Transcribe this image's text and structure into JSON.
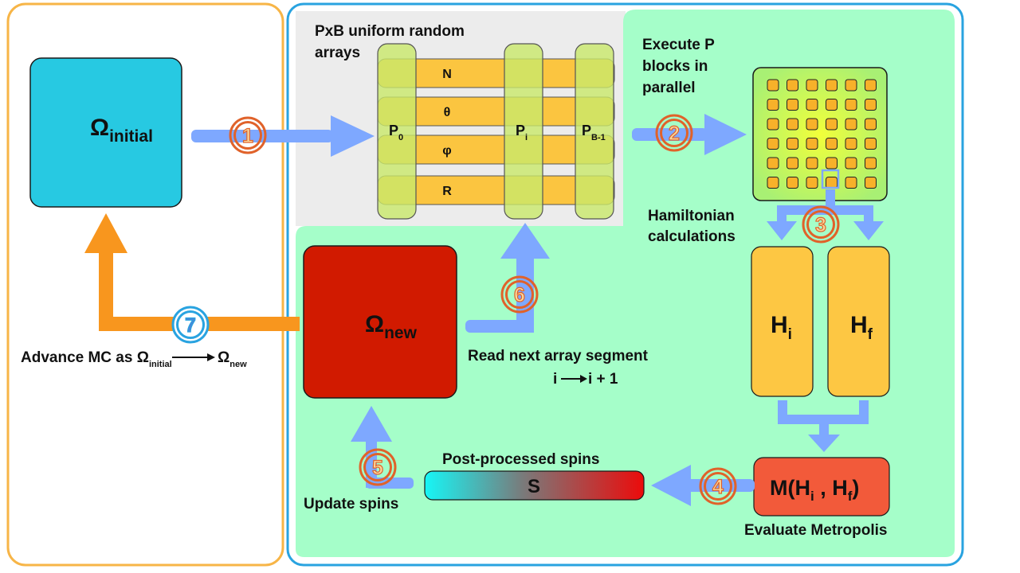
{
  "labels": {
    "random_arrays_line1": "PxB uniform random",
    "random_arrays_line2": "arrays",
    "execute_line1": "Execute P",
    "execute_line2": "blocks in",
    "execute_line3": "parallel",
    "hamiltonian_line1": "Hamiltonian",
    "hamiltonian_line2": "calculations",
    "read_next": "Read next array segment",
    "read_index_from": "i",
    "read_index_to": "i + 1",
    "post_processed": "Post-processed spins",
    "update_spins": "Update spins",
    "evaluate_metropolis": "Evaluate Metropolis",
    "advance_prefix": "Advance MC as ",
    "omega": "Ω",
    "sub_initial": "initial",
    "sub_new": "new"
  },
  "arrays": {
    "rows": [
      "N",
      "θ",
      "φ",
      "R"
    ],
    "col_p0_main": "P",
    "col_p0_sub": "0",
    "col_pi_main": "P",
    "col_pi_sub": "i",
    "col_pb_main": "P",
    "col_pb_sub": "B-1"
  },
  "hamiltonian": {
    "hi_main": "H",
    "hi_sub": "i",
    "hf_main": "H",
    "hf_sub": "f"
  },
  "metropolis": {
    "prefix": "M(H",
    "sub_i": "i",
    "middle": " , H",
    "sub_f": "f",
    "suffix": ")"
  },
  "spins_bar": {
    "label": "S"
  },
  "steps": [
    "1",
    "2",
    "3",
    "4",
    "5",
    "6",
    "7"
  ],
  "colors": {
    "outer_orange": "#f7b547",
    "outer_blue": "#29a3e0",
    "green_bg": "#a5fec9",
    "gray_bg": "#ececec",
    "omega_initial": "#27c9e2",
    "omega_new": "#d11a00",
    "array_row": "#fbc540",
    "array_col": "#c9e86a",
    "arrow_blue": "#7ea8ff",
    "arrow_orange": "#f8961e",
    "h_box": "#fdc743",
    "metropolis": "#f25a3a",
    "step_orange": "#e0622a",
    "step_blue": "#29a3e0"
  }
}
